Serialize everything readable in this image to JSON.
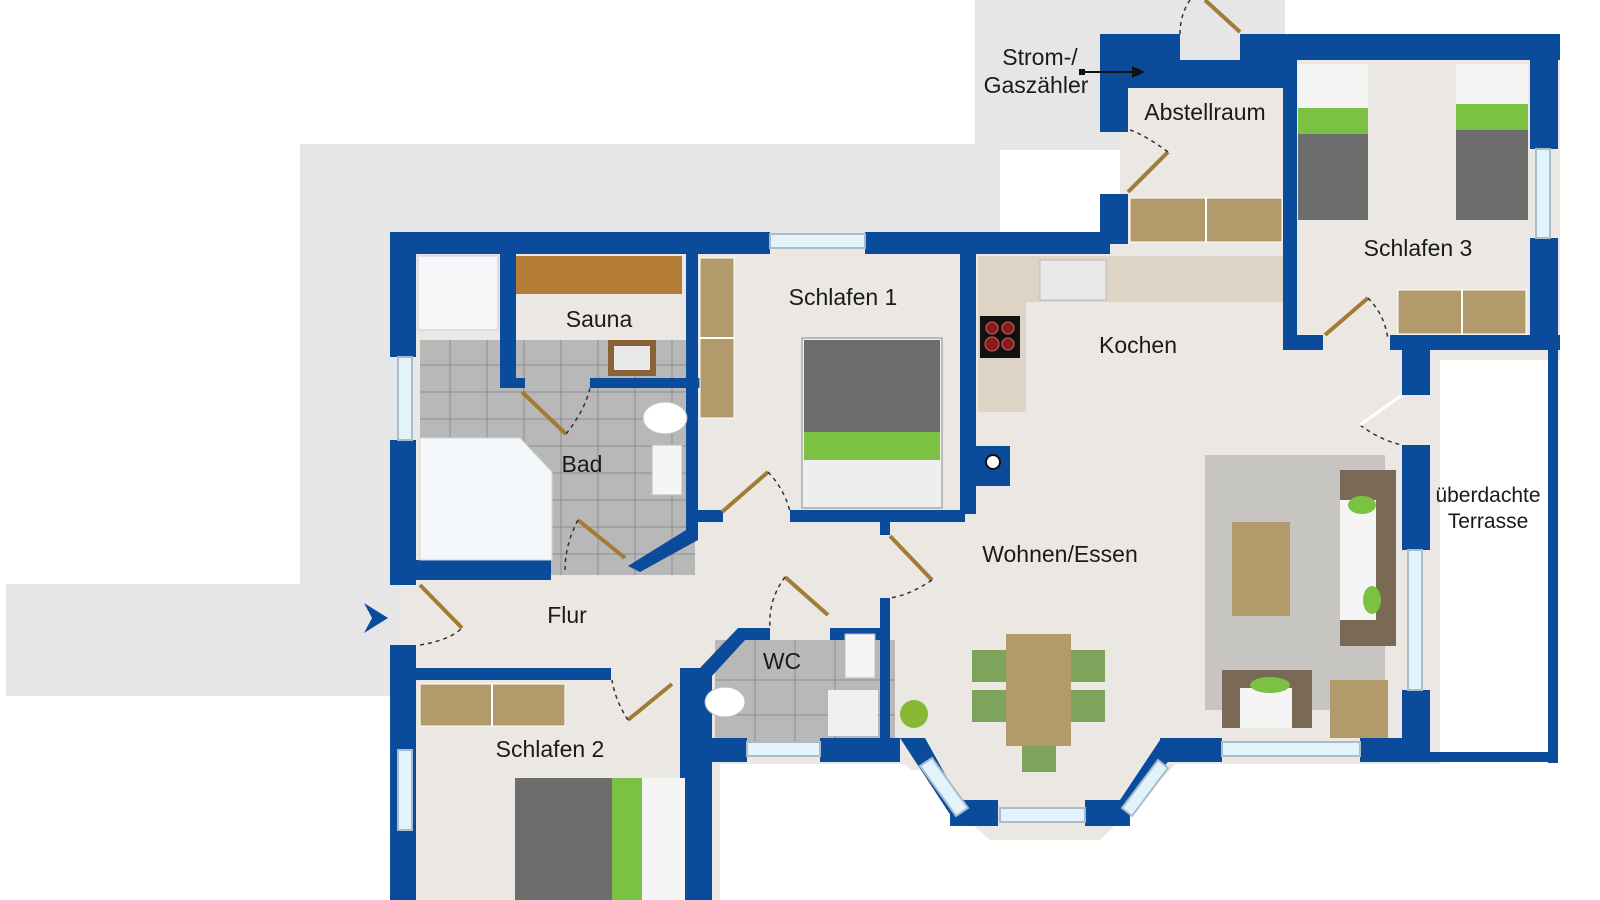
{
  "plan": {
    "type": "floor-plan",
    "colors": {
      "wall": "#0b4b9c",
      "floor": "#ebe8e3",
      "exterior_paving": "#e6e6e6",
      "tile": "#b8b8b8",
      "wood": "#b39a6a",
      "bedding_green": "#7cc242",
      "bedding_grey": "#6d6d6d",
      "window_glass": "#e3f3fb",
      "background": "#ffffff"
    },
    "rooms": [
      {
        "id": "sauna",
        "label": "Sauna"
      },
      {
        "id": "bad",
        "label": "Bad"
      },
      {
        "id": "schlafen1",
        "label": "Schlafen 1"
      },
      {
        "id": "kochen",
        "label": "Kochen"
      },
      {
        "id": "abstellraum",
        "label": "Abstellraum"
      },
      {
        "id": "schlafen3",
        "label": "Schlafen 3"
      },
      {
        "id": "flur",
        "label": "Flur"
      },
      {
        "id": "wc",
        "label": "WC"
      },
      {
        "id": "wohnen",
        "label": "Wohnen/Essen"
      },
      {
        "id": "schlafen2",
        "label": "Schlafen 2"
      },
      {
        "id": "terrasse_l1",
        "label": "überdachte"
      },
      {
        "id": "terrasse_l2",
        "label": "Terrasse"
      }
    ],
    "annotations": {
      "meter_line1": "Strom-/",
      "meter_line2": "Gaszähler"
    },
    "entrance_marker": "entrance-arrow"
  }
}
